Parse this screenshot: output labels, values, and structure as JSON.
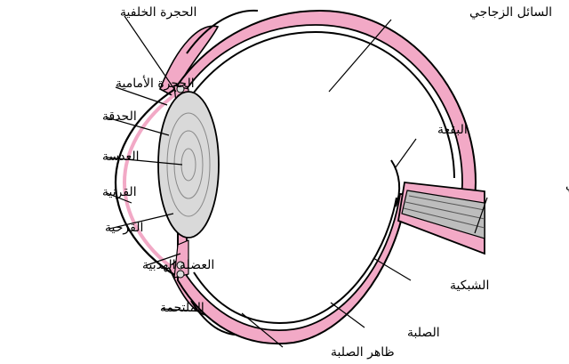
{
  "labels": {
    "posterior_chamber": "الحجرة الخلفية",
    "vitreous": "السائل الزجاجي",
    "anterior_chamber": "الحجرة الأمامية",
    "pupil": "الحدقة",
    "lens": "العدسة",
    "cornea": "القرنية",
    "iris": "القزحية",
    "ciliary_muscle": "العضلة الهدبية",
    "conjunctiva": "الملتحمة",
    "fovea": "البقعة",
    "optic_nerve": "العصب البصري",
    "retina": "الشبكية",
    "sclera": "الصلبة",
    "episclera": "ظاهر الصلبة"
  },
  "colors": {
    "sclera_pink": "#f2a9c6",
    "lens_gray": "#d9d9d9",
    "nerve_gray": "#bdbdbd",
    "line": "#000000"
  }
}
